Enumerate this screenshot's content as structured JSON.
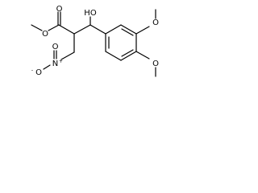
{
  "molecule": {
    "atoms": {
      "ester_o_carbonyl": "O",
      "ester_o_methoxy": "O",
      "hydroxyl": "HO",
      "nitro_o_top": "O",
      "nitro_n": "N",
      "nitro_n_charge": "+",
      "nitro_o_left": "O",
      "nitro_o_charge": "-",
      "methoxy_o_upper": "O",
      "methoxy_o_lower": "O"
    }
  }
}
